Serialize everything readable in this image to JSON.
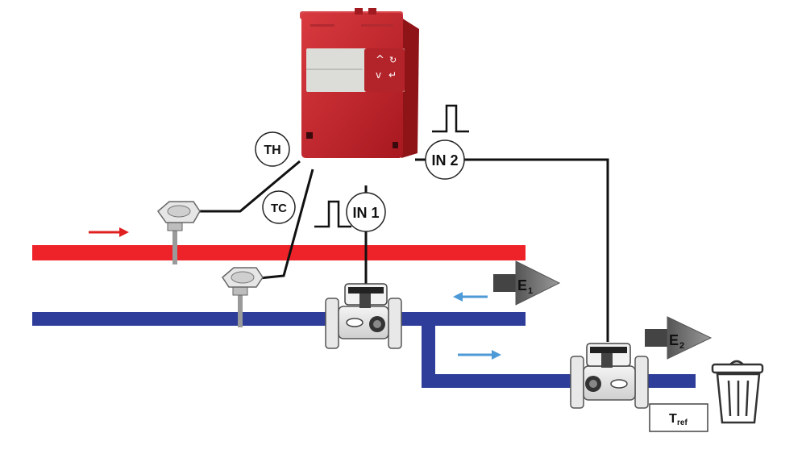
{
  "labels": {
    "th": "TH",
    "tc": "TC",
    "in1": "IN 1",
    "in2": "IN 2",
    "e1_main": "E",
    "e1_sub": "1",
    "e2_main": "E",
    "e2_sub": "2",
    "tref_main": "T",
    "tref_sub": "ref"
  },
  "colors": {
    "hot_pipe": "#ee2229",
    "cold_pipe": "#2e3d9a",
    "hot_arrow": "#e02020",
    "cold_arrow": "#4d9ad6",
    "meter_body": "#c8282e",
    "meter_display": "#dcdcd8",
    "wire": "#111111",
    "energy_arrow": "#888888"
  },
  "icons": [
    "heat-meter-calculator",
    "temperature-sensor",
    "flow-meter",
    "pulse-signal",
    "energy-arrow",
    "trash-bin-icon"
  ]
}
